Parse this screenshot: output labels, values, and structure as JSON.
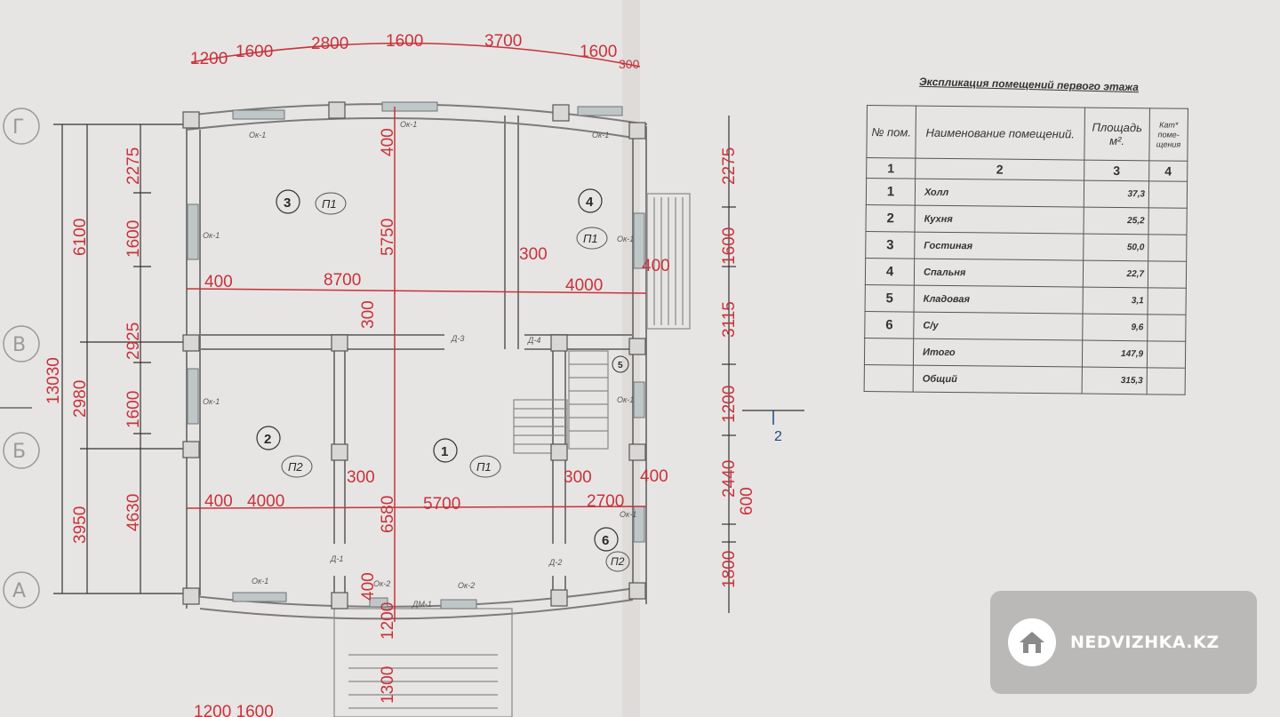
{
  "plan": {
    "dims_top": [
      "1200",
      "1600",
      "2800",
      "1600",
      "3700",
      "1600",
      "300"
    ],
    "dims_bottom_partial": "1200 1600",
    "dims_left_outer": [
      "13030"
    ],
    "dims_left_mid": [
      "6100",
      "2980",
      "3950"
    ],
    "dims_left_inner": [
      "2275",
      "1600",
      "2925",
      "1600",
      "4630"
    ],
    "dims_right": [
      "2275",
      "1600",
      "3115",
      "1200",
      "2440",
      "600",
      "1800"
    ],
    "dims_interior": [
      "400",
      "8700",
      "300",
      "4000",
      "400",
      "5750",
      "400",
      "300",
      "400",
      "4000",
      "300",
      "6580",
      "5700",
      "300",
      "2700",
      "400",
      "400",
      "1200",
      "1300"
    ],
    "axes": [
      "Г",
      "В",
      "Б",
      "А"
    ],
    "section_mark": "2",
    "rooms": [
      {
        "num": "3",
        "cat": "П1"
      },
      {
        "num": "4",
        "cat": "П1"
      },
      {
        "num": "2",
        "cat": "П2"
      },
      {
        "num": "1",
        "cat": "П1"
      },
      {
        "num": "6",
        "cat": "П2"
      },
      {
        "num": "5",
        "cat": ""
      }
    ],
    "window_labels": [
      "Ок-1",
      "Ок-1",
      "Ок-1",
      "Ок-1",
      "Ок-1",
      "Ок-1",
      "Ок-1",
      "Ок-2",
      "Ок-2",
      "Ок-1",
      "Ок-1"
    ],
    "door_labels": [
      "Д-3",
      "Д-4",
      "Д-1",
      "Д-2",
      "ДМ-1"
    ]
  },
  "explication": {
    "title": "Экспликация помещений первого этажа",
    "headers": [
      "№ пом.",
      "Наименование помещений.",
      "Площадь м².",
      "Кат* поме-щения"
    ],
    "index_row": [
      "1",
      "2",
      "3",
      "4"
    ],
    "rows": [
      {
        "num": "1",
        "name": "Холл",
        "area": "37,3",
        "cat": ""
      },
      {
        "num": "2",
        "name": "Кухня",
        "area": "25,2",
        "cat": ""
      },
      {
        "num": "3",
        "name": "Гостиная",
        "area": "50,0",
        "cat": ""
      },
      {
        "num": "4",
        "name": "Спальня",
        "area": "22,7",
        "cat": ""
      },
      {
        "num": "5",
        "name": "Кладовая",
        "area": "3,1",
        "cat": ""
      },
      {
        "num": "6",
        "name": "С/у",
        "area": "9,6",
        "cat": ""
      },
      {
        "num": "",
        "name": "Итого",
        "area": "147,9",
        "cat": ""
      },
      {
        "num": "",
        "name": "Общий",
        "area": "315,3",
        "cat": ""
      }
    ]
  },
  "watermark": {
    "text": "NEDVIZHKA.KZ",
    "icon": "house-icon"
  }
}
